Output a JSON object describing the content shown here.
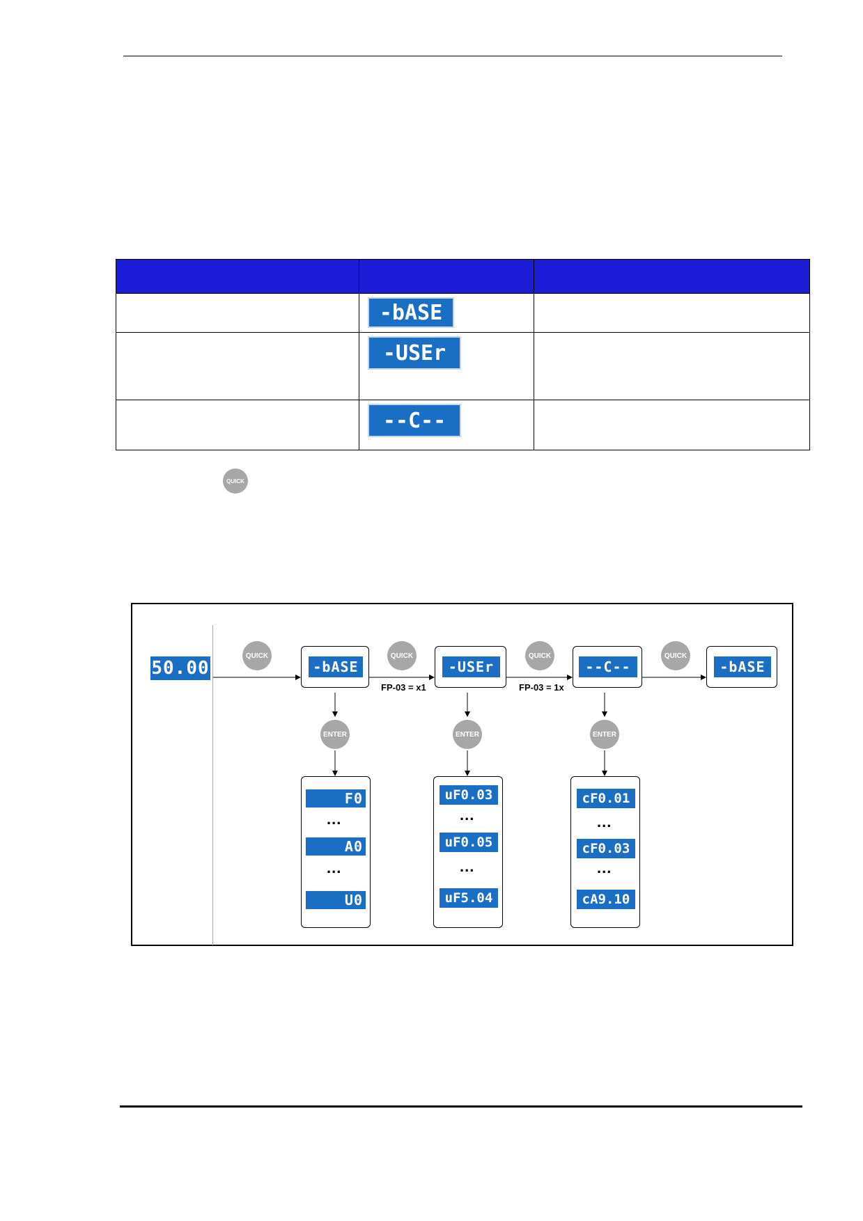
{
  "mode_table": {
    "rows": [
      {
        "display": "-bASE"
      },
      {
        "display": "-USEr"
      },
      {
        "display": "--C--"
      }
    ]
  },
  "quick_button_label": "QUICK",
  "diagram": {
    "start_display": "50.00",
    "quick_label": "QUICK",
    "enter_label": "ENTER",
    "modes": [
      {
        "display": "-bASE",
        "params": [
          "F0",
          "A0",
          "U0"
        ]
      },
      {
        "display": "-USEr",
        "params": [
          "uF0.03",
          "uF0.05",
          "uF5.04"
        ]
      },
      {
        "display": "--C--",
        "params": [
          "cF0.01",
          "cF0.03",
          "cA9.10"
        ]
      }
    ],
    "final_display": "-bASE",
    "transition_labels": [
      "FP-03 = x1",
      "FP-03 = 1x"
    ],
    "ellipsis": "..."
  }
}
